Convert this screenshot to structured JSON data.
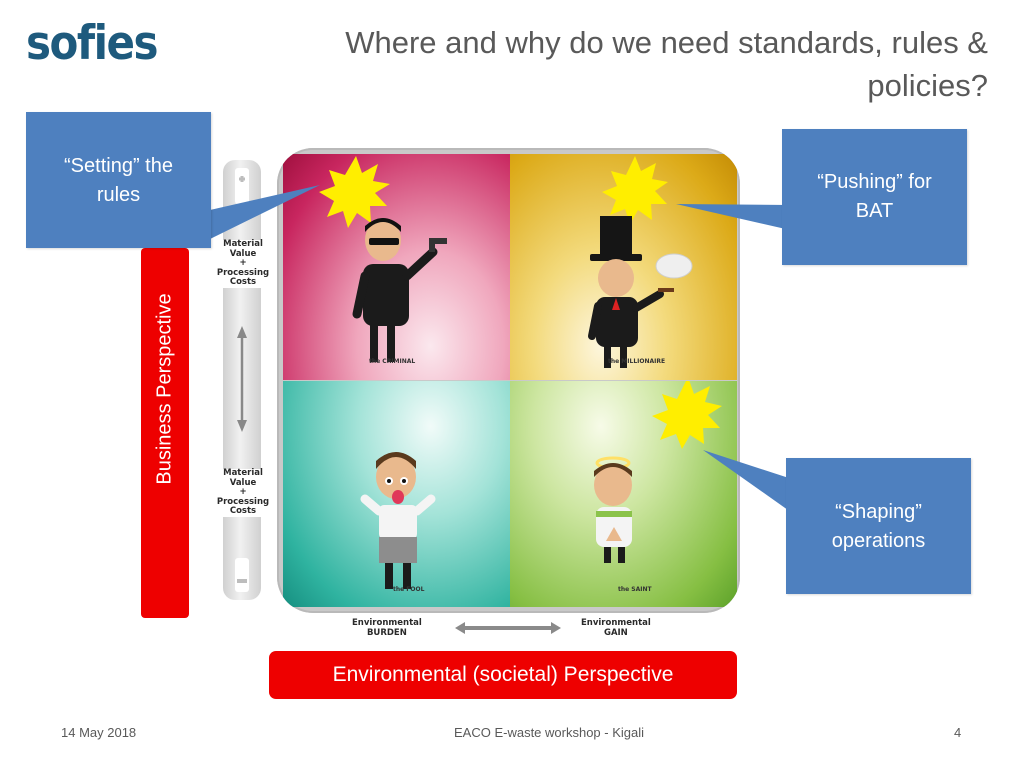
{
  "logo": {
    "text": "sofies"
  },
  "title": {
    "line1": "Where and why do we need standards, rules &",
    "line2": "policies?"
  },
  "callouts": {
    "setting": {
      "line1": "“Setting” the",
      "line2": "rules"
    },
    "pushing": {
      "line1": "“Pushing” for",
      "line2": "BAT"
    },
    "shaping": {
      "line1": "“Shaping”",
      "line2": "operations"
    }
  },
  "quadrants": {
    "top_left": {
      "label": "the CRIMINAL",
      "color": "#c8265f"
    },
    "top_right": {
      "label": "the MILLIONAIRE",
      "color": "#dcaa18"
    },
    "bottom_left": {
      "label": "the FOOL",
      "color": "#2fb3a0"
    },
    "bottom_right": {
      "label": "the SAINT",
      "color": "#86bf43"
    }
  },
  "gauge": {
    "top": {
      "line1": "Material",
      "line2": "Value",
      "line3": "+",
      "line4": "Processing",
      "line5": "Costs"
    },
    "bottom": {
      "line1": "Material",
      "line2": "Value",
      "line3": "+",
      "line4": "Processing",
      "line5": "Costs"
    }
  },
  "business_perspective": "Business Perspective",
  "environmental": {
    "burden": {
      "line1": "Environmental",
      "line2": "BURDEN"
    },
    "gain": {
      "line1": "Environmental",
      "line2": "GAIN"
    }
  },
  "environmental_perspective": "Environmental (societal) Perspective",
  "footer": {
    "date": "14 May 2018",
    "event": "EACO E-waste workshop - Kigali",
    "page": "4"
  },
  "colors": {
    "accent_red": "#ee0000",
    "callout_blue": "#4e80bf",
    "logo_blue": "#1e5a7d",
    "burst_yellow": "#ffee00"
  }
}
